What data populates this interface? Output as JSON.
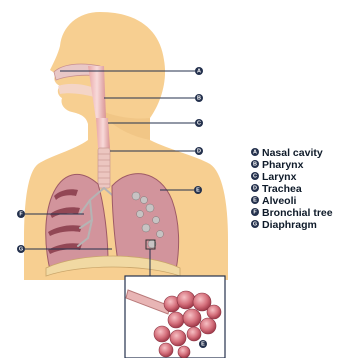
{
  "labels": [
    {
      "letter": "A",
      "name": "Nasal cavity"
    },
    {
      "letter": "B",
      "name": "Pharynx"
    },
    {
      "letter": "C",
      "name": "Larynx"
    },
    {
      "letter": "D",
      "name": "Trachea"
    },
    {
      "letter": "E",
      "name": "Alveoli"
    },
    {
      "letter": "F",
      "name": "Bronchial tree"
    },
    {
      "letter": "G",
      "name": "Diaphragm"
    }
  ],
  "inset_label": "E",
  "colors": {
    "skin": "#f7cf91",
    "skin_shade": "#edc07f",
    "nasal": "#e9c8c7",
    "lung": "#d2949c",
    "lung_dark": "#7d2e3e",
    "bronchi": "#b5b4b4",
    "label_marker": "#24314d",
    "alveoli": "#d5707c"
  }
}
